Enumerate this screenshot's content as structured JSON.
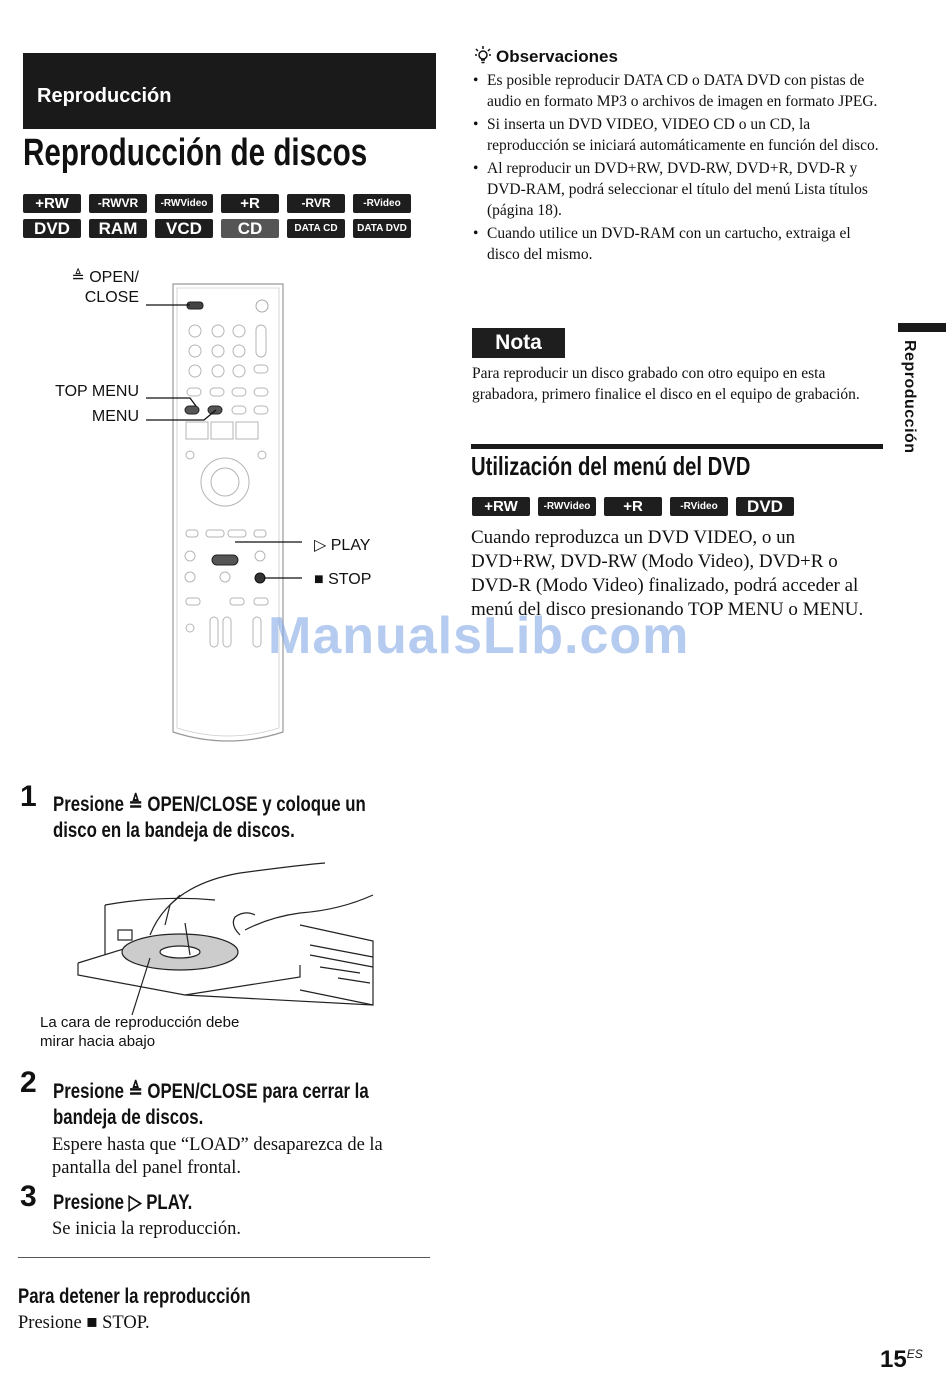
{
  "section_label": "Reproducción",
  "page_title": "Reproducción de discos",
  "format_badges_row1": [
    "+RW",
    "-RWVR",
    "-RWVideo",
    "+R",
    "-RVR",
    "-RVideo"
  ],
  "format_badges_row2": [
    "DVD",
    "RAM",
    "VCD",
    "CD",
    "DATA CD",
    "DATA DVD"
  ],
  "remote_labels": {
    "open_close_line1": "≜ OPEN/",
    "open_close_line2": "CLOSE",
    "top_menu": "TOP MENU",
    "menu": "MENU",
    "play": "▷ PLAY",
    "stop": "■ STOP"
  },
  "steps": [
    {
      "number": "1",
      "title": "Presione ≜ OPEN/CLOSE y coloque un disco en la bandeja de discos.",
      "title_line1": "Presione ≜ OPEN/CLOSE y coloque un",
      "title_line2": "disco en la bandeja de discos."
    },
    {
      "number": "2",
      "title_line1": "Presione ≜ OPEN/CLOSE para cerrar la",
      "title_line2": "bandeja de discos.",
      "body": "Espere hasta que “LOAD” desaparezca de la pantalla del panel frontal."
    },
    {
      "number": "3",
      "title_line1": "Presione ▷ PLAY.",
      "body": "Se inicia la reproducción."
    }
  ],
  "disc_caption_line1": "La cara de reproducción debe",
  "disc_caption_line2": "mirar hacia abajo",
  "stop_heading": "Para detener la reproducción",
  "stop_body": "Presione ■ STOP.",
  "observaciones": {
    "heading": "Observaciones",
    "items": [
      "Es posible reproducir DATA CD o DATA DVD con pistas de audio en formato MP3 o archivos de imagen en formato JPEG.",
      "Si inserta un DVD VIDEO, VIDEO CD o un CD, la reproducción se iniciará automáticamente en función del disco.",
      "Al reproducir un DVD+RW, DVD-RW, DVD+R, DVD-R y DVD-RAM, podrá seleccionar el título del menú Lista títulos (página 18).",
      "Cuando utilice un DVD-RAM con un cartucho, extraiga el disco del mismo."
    ]
  },
  "nota": {
    "label": "Nota",
    "text": "Para reproducir un disco grabado con otro equipo en esta grabadora, primero finalice el disco en el equipo de grabación."
  },
  "dvd_menu": {
    "heading": "Utilización del menú del DVD",
    "badges": [
      "+RW",
      "-RWVideo",
      "+R",
      "-RVideo",
      "DVD"
    ],
    "text": "Cuando reproduzca un DVD VIDEO, o un DVD+RW, DVD-RW (Modo Video), DVD+R o DVD-R (Modo Video) finalizado, podrá acceder al menú del disco presionando TOP MENU o MENU."
  },
  "side_tab_label": "Reproducción",
  "page_number": "15",
  "page_suffix": "ES",
  "watermark": "ManualsLib.com"
}
